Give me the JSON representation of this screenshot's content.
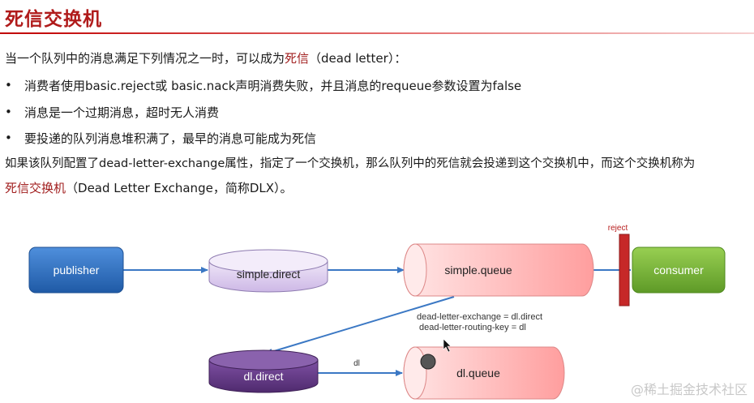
{
  "title": "死信交换机",
  "intro": {
    "before": "当一个队列中的消息满足下列情况之一时，可以成为",
    "highlight": "死信",
    "after": "（dead letter）："
  },
  "bullets": [
    "消费者使用basic.reject或 basic.nack声明消费失败，并且消息的requeue参数设置为false",
    "消息是一个过期消息，超时无人消费",
    "要投递的队列消息堆积满了，最早的消息可能成为死信"
  ],
  "bullet_symbol": "•",
  "paragraph": {
    "line1": "如果该队列配置了dead-letter-exchange属性，指定了一个交换机，那么队列中的死信就会投递到这个交换机中，而这个交换机称为",
    "highlight": "死信交换机",
    "line2_rest": "（Dead Letter Exchange，简称DLX）。"
  },
  "diagram": {
    "publisher": "publisher",
    "simple_direct": "simple.direct",
    "simple_queue": "simple.queue",
    "consumer": "consumer",
    "reject": "reject",
    "dl_direct": "dl.direct",
    "dl_queue": "dl.queue",
    "dl_edge": "dl",
    "config_line1": "dead-letter-exchange = dl.direct",
    "config_line2": "dead-letter-routing-key = dl",
    "colors": {
      "publisher": "#2f6fbf",
      "exchange": "#e1d4f0",
      "queue": "#ffb6b6",
      "consumer": "#7dba3a",
      "reject_bar": "#c62828",
      "dl_exchange": "#6a3d8c",
      "arrow": "#3b78c4"
    }
  },
  "watermark": "@稀土掘金技术社区"
}
